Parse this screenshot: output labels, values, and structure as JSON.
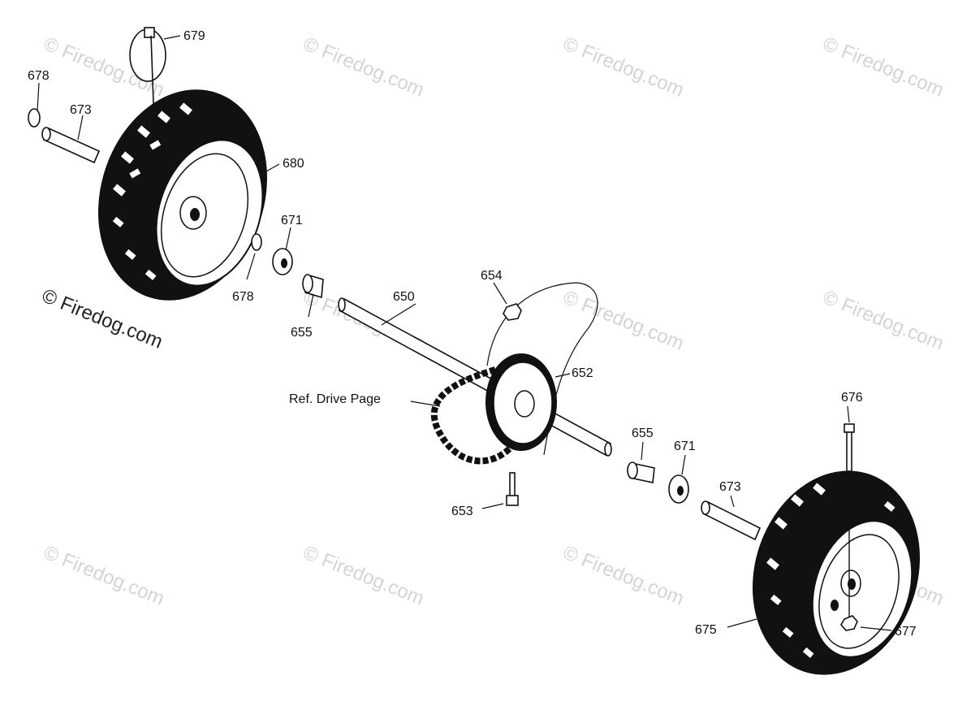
{
  "watermark": {
    "text": "© Firedog.com",
    "prominent_text": "© Firedog.com"
  },
  "reference_note": "Ref. Drive Page",
  "part_numbers": {
    "p650": "650",
    "p652": "652",
    "p653": "653",
    "p654": "654",
    "p655_left": "655",
    "p655_right": "655",
    "p671_left": "671",
    "p671_right": "671",
    "p673_left": "673",
    "p673_right": "673",
    "p675": "675",
    "p676": "676",
    "p677": "677",
    "p678_top": "678",
    "p678_bottom": "678",
    "p679": "679",
    "p680": "680"
  }
}
